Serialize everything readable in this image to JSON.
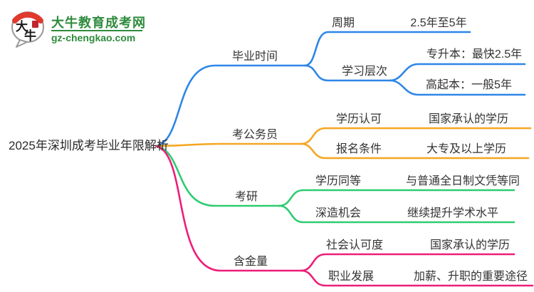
{
  "meta": {
    "background": "#ffffff",
    "text_color": "#333333"
  },
  "logo": {
    "mark": {
      "char1": "大",
      "char2": "牛"
    },
    "title": "大牛教育成考网",
    "url": "gz-chengkao.com",
    "green": "#2e8b3c",
    "red": "#e0392e"
  },
  "root": {
    "label": "2025年深圳成考毕业年限解析"
  },
  "branches": [
    {
      "label": "毕业时间",
      "color": "#2e86e8",
      "children": [
        {
          "label": "周期",
          "value": "2.5年至5年"
        },
        {
          "label": "学习层次",
          "children": [
            {
              "value": "专升本：最快2.5年"
            },
            {
              "value": "高起本：一般5年"
            }
          ]
        }
      ]
    },
    {
      "label": "考公务员",
      "color": "#f5a623",
      "children": [
        {
          "label": "学历认可",
          "value": "国家承认的学历"
        },
        {
          "label": "报名条件",
          "value": "大专及以上学历"
        }
      ]
    },
    {
      "label": "考研",
      "color": "#2ecc71",
      "children": [
        {
          "label": "学历同等",
          "value": "与普通全日制文凭等同"
        },
        {
          "label": "深造机会",
          "value": "继续提升学术水平"
        }
      ]
    },
    {
      "label": "含金量",
      "color": "#ee1d7a",
      "children": [
        {
          "label": "社会认可度",
          "value": "国家承认的学历"
        },
        {
          "label": "职业发展",
          "value": "加薪、升职的重要途径"
        }
      ]
    }
  ]
}
